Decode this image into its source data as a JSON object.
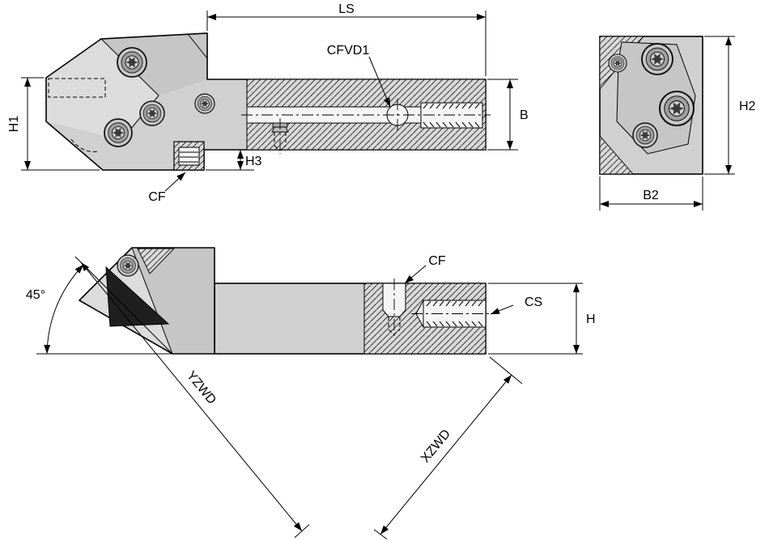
{
  "colors": {
    "background": "#ffffff",
    "body": "#d0d0d0",
    "facet_light": "#dcdcdc",
    "facet_dark": "#c6c6c6",
    "section_background": "#d9d9d9",
    "hole": "#f5f5f5",
    "insert": "#1f1f1f",
    "line": "#000000"
  },
  "views": {
    "side": {
      "LS": "LS",
      "CFVD1": "CFVD1",
      "H1": "H1",
      "B": "B",
      "H3": "H3",
      "CF": "CF"
    },
    "end": {
      "H2": "H2",
      "B2": "B2"
    },
    "bottom": {
      "angle_label": "45°",
      "CF": "CF",
      "CS": "CS",
      "H": "H",
      "YZWD": "YZWD",
      "XZWD": "XZWD"
    }
  }
}
